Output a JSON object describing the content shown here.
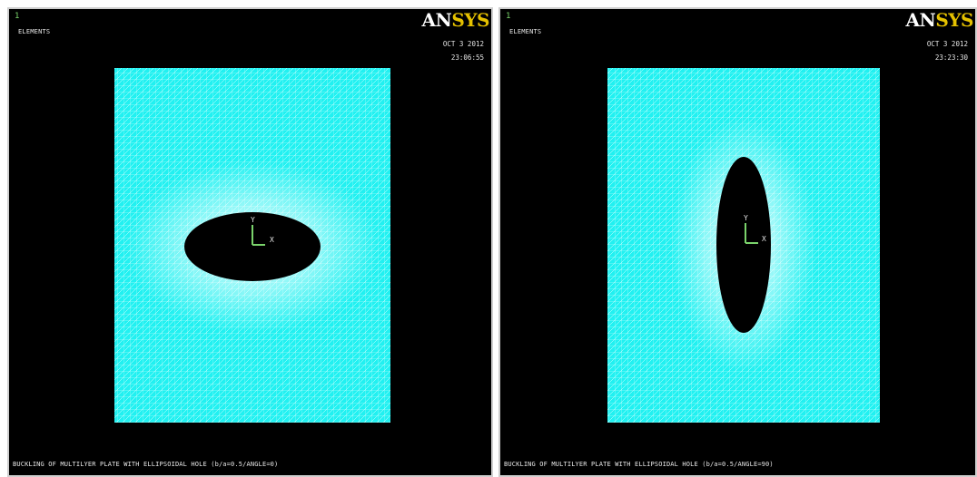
{
  "viewports": [
    {
      "window_number": "1",
      "display_mode": "ELEMENTS",
      "logo": {
        "part1": "AN",
        "part2": "SYS"
      },
      "date": "OCT  3 2012",
      "time": "23:06:55",
      "triad": {
        "y": "Y",
        "x": "X"
      },
      "caption": "BUCKLING OF MULTILYER PLATE WITH ELLIPSOIDAL HOLE  (b/a=0.5/ANGLE=0)"
    },
    {
      "window_number": "1",
      "display_mode": "ELEMENTS",
      "logo": {
        "part1": "AN",
        "part2": "SYS"
      },
      "date": "OCT  3 2012",
      "time": "23:23:30",
      "triad": {
        "y": "Y",
        "x": "X"
      },
      "caption": "BUCKLING OF MULTILYER PLATE WITH ELLIPSOIDAL HOLE  (b/a=0.5/ANGLE=90)"
    }
  ],
  "colors": {
    "background": "#000000",
    "mesh_fill": "#21f1f1",
    "mesh_lines": "#e9ffff",
    "triad": "#7ad36b",
    "logo_accent": "#e5c100"
  }
}
